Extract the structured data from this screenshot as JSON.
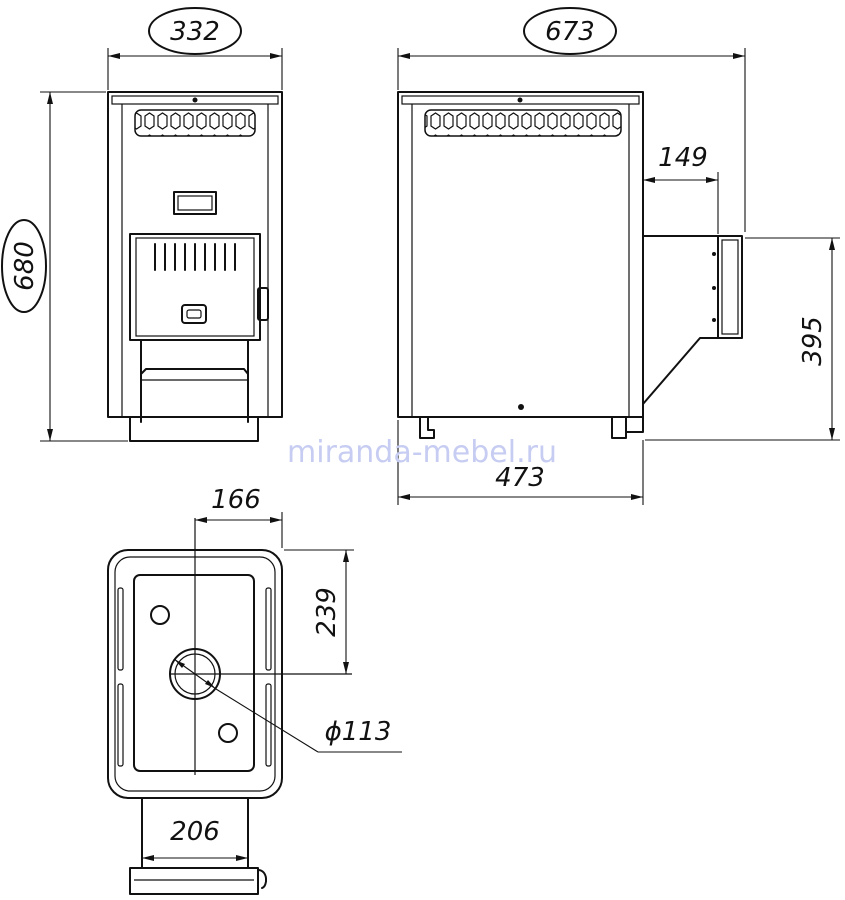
{
  "dimensions": {
    "width": "332",
    "depth": "673",
    "height": "680",
    "pipe_offset": "149",
    "pipe_height": "395",
    "body_depth": "473",
    "top_offset": "166",
    "top_hole_y": "239",
    "pipe_diameter": "ϕ113",
    "firebox_width": "206"
  },
  "watermark": "miranda-mebel.ru",
  "colors": {
    "line": "#111111",
    "watermark": "#c7cdf2",
    "background": "#ffffff"
  }
}
